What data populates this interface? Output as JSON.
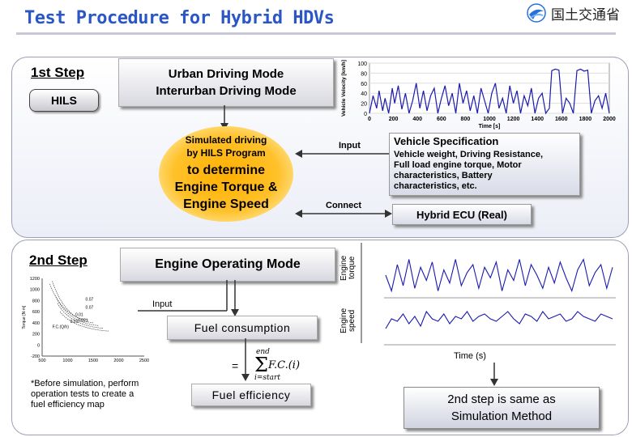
{
  "header": {
    "title": "Test Procedure for Hybrid HDVs",
    "logo_text": "国土交通省"
  },
  "step1": {
    "label": "1st Step",
    "hils_label": "HILS",
    "mode_line1": "Urban Driving Mode",
    "mode_line2": "Interurban Driving Mode",
    "sim_line1": "Simulated driving",
    "sim_line2": "by HILS Program",
    "sim_big1": "to determine",
    "sim_big2": "Engine Torque &",
    "sim_big3": "Engine Speed",
    "input_label": "Input",
    "connect_label": "Connect",
    "spec_title": "Vehicle Specification",
    "spec_line1": "Vehicle weight, Driving Resistance,",
    "spec_line2": "Full load engine torque, Motor",
    "spec_line3": "characteristics, Battery",
    "spec_line4": "characteristics, etc.",
    "ecu_label": "Hybrid ECU (Real)"
  },
  "step2": {
    "label": "2nd Step",
    "engine_mode": "Engine Operating Mode",
    "input_label": "Input",
    "fuel_consumption": "Fuel consumption",
    "equals": "=",
    "sum_top": "end",
    "sum_bottom": "i=start",
    "sum_term": "F.C.(i)",
    "fuel_efficiency": "Fuel efficiency",
    "note_line1": "*Before simulation, perform",
    "note_line2": "operation tests to create a",
    "note_line3": "fuel efficiency map",
    "torque_label_line1": "Engine",
    "torque_label_line2": "torque",
    "speed_label_line1": "Engine",
    "speed_label_line2": "speed",
    "time_label": "Time (s)",
    "same_line1": "2nd step is same as",
    "same_line2": "Simulation Method"
  },
  "chart_data": [
    {
      "type": "line",
      "ylabel": "Vehicle Velocity [km/h]",
      "xlabel": "Time [s]",
      "xlim": [
        0,
        2000
      ],
      "ylim": [
        0,
        100
      ],
      "xticks": [
        0,
        200,
        400,
        600,
        800,
        1000,
        1200,
        1400,
        1600,
        1800,
        2000
      ],
      "yticks": [
        0,
        20,
        40,
        60,
        80,
        100
      ],
      "series": [
        {
          "x": [
            0,
            30,
            60,
            80,
            110,
            130,
            160,
            190,
            210,
            240,
            270,
            300,
            330,
            360,
            390,
            420,
            450,
            480,
            510,
            540,
            570,
            600,
            630,
            660,
            690,
            720,
            750,
            780,
            810,
            840,
            870,
            900,
            930,
            960,
            990,
            1020,
            1050,
            1080,
            1110,
            1140,
            1170,
            1200,
            1230,
            1260,
            1290,
            1320,
            1350,
            1380,
            1410,
            1440,
            1470,
            1500,
            1520,
            1550,
            1580,
            1610,
            1640,
            1670,
            1700,
            1730,
            1760,
            1790,
            1820,
            1850,
            1880,
            1910,
            1940,
            1970,
            2000
          ],
          "y": [
            0,
            35,
            10,
            45,
            5,
            30,
            0,
            50,
            20,
            55,
            8,
            40,
            0,
            25,
            60,
            10,
            45,
            5,
            35,
            50,
            0,
            30,
            55,
            15,
            40,
            0,
            60,
            20,
            45,
            5,
            35,
            0,
            50,
            25,
            0,
            40,
            60,
            10,
            30,
            0,
            55,
            20,
            45,
            0,
            35,
            15,
            50,
            0,
            30,
            40,
            0,
            10,
            85,
            88,
            86,
            0,
            30,
            20,
            0,
            85,
            88,
            84,
            86,
            0,
            25,
            35,
            10,
            40,
            0
          ]
        }
      ]
    },
    {
      "type": "scatter",
      "title": "fuel efficiency map",
      "ylabel": "Torque [N·m]",
      "xlabel": "",
      "xlim": [
        500,
        2500
      ],
      "ylim": [
        -200,
        1200
      ],
      "xticks": [
        500,
        1000,
        1500,
        2000,
        2500
      ],
      "yticks": [
        -200,
        0,
        200,
        400,
        600,
        800,
        1000,
        1200
      ],
      "contour_labels": [
        "F.C.(Q/h)",
        "0.07",
        "0.07",
        "0.01",
        "0.021",
        "0.01"
      ]
    },
    {
      "type": "line",
      "title": "",
      "series": [
        {
          "name": "Engine torque",
          "values": [
            40,
            10,
            60,
            20,
            70,
            15,
            55,
            30,
            65,
            10,
            50,
            25,
            70,
            20,
            45,
            60,
            15,
            55,
            35,
            65,
            10,
            50,
            30,
            70,
            20,
            60,
            40,
            15,
            55,
            25,
            65,
            35,
            10,
            50,
            70,
            20,
            45,
            60,
            15,
            55
          ]
        },
        {
          "name": "Engine speed",
          "values": [
            30,
            50,
            45,
            60,
            40,
            55,
            35,
            65,
            50,
            45,
            60,
            40,
            55,
            50,
            65,
            45,
            55,
            60,
            50,
            45,
            55,
            65,
            50,
            40,
            60,
            55,
            45,
            65,
            50,
            55,
            60,
            45,
            50,
            65,
            55,
            50,
            45,
            60,
            55,
            50
          ]
        }
      ],
      "xlabel": "Time (s)"
    }
  ]
}
